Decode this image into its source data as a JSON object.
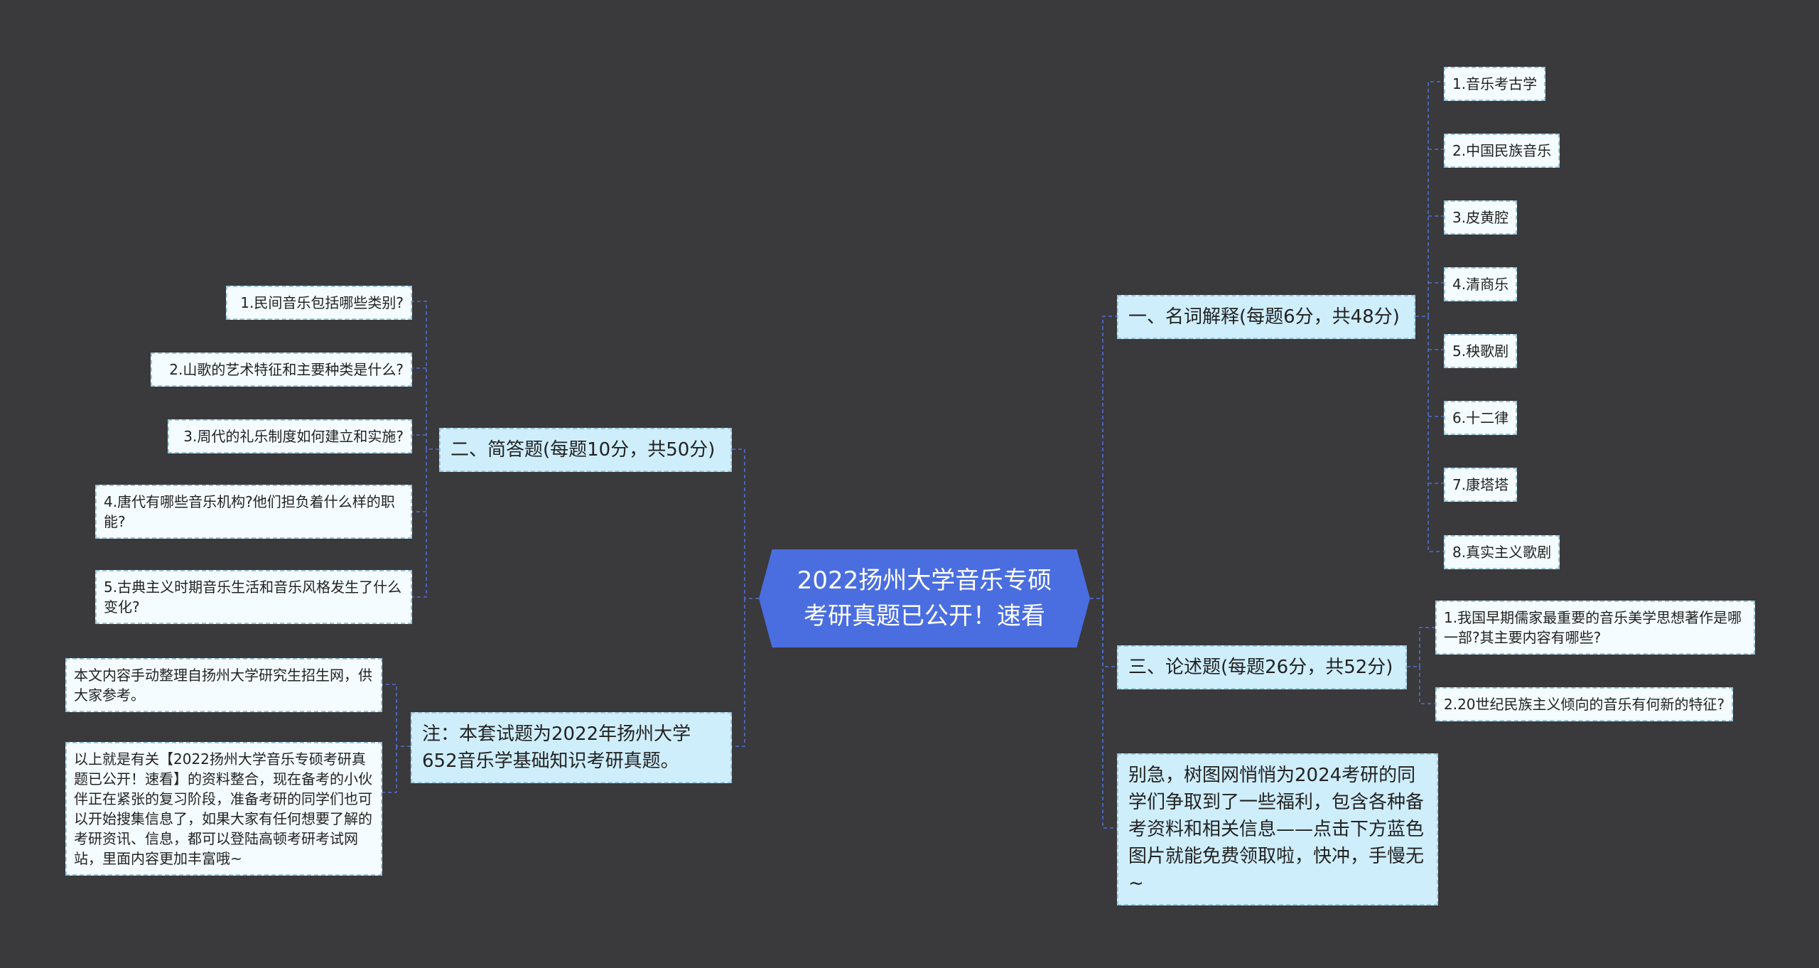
{
  "root": {
    "title": "2022扬州大学音乐专硕考研真题已公开！速看"
  },
  "branches": {
    "mingci": {
      "label": "一、名词解释(每题6分，共48分)",
      "items": [
        "1.音乐考古学",
        "2.中国民族音乐",
        "3.皮黄腔",
        "4.清商乐",
        "5.秧歌剧",
        "6.十二律",
        "7.康塔塔",
        "8.真实主义歌剧"
      ]
    },
    "lunshu": {
      "label": "三、论述题(每题26分，共52分)",
      "items": [
        "1.我国早期儒家最重要的音乐美学思想著作是哪一部?其主要内容有哪些?",
        "2.20世纪民族主义倾向的音乐有何新的特征?"
      ]
    },
    "bieji": {
      "label": "别急，树图网悄悄为2024考研的同学们争取到了一些福利，包含各种备考资料和相关信息——点击下方蓝色图片就能免费领取啦，快冲，手慢无~"
    },
    "jianda": {
      "label": "二、简答题(每题10分，共50分)",
      "items": [
        "1.民间音乐包括哪些类别?",
        "2.山歌的艺术特征和主要种类是什么?",
        "3.周代的礼乐制度如何建立和实施?",
        "4.唐代有哪些音乐机构?他们担负着什么样的职能?",
        "5.古典主义时期音乐生活和音乐风格发生了什么变化?"
      ]
    },
    "zhu": {
      "label": "注：本套试题为2022年扬州大学652音乐学基础知识考研真题。",
      "items": [
        "本文内容手动整理自扬州大学研究生招生网，供大家参考。",
        "以上就是有关【2022扬州大学音乐专硕考研真题已公开！速看】的资料整合，现在备考的小伙伴正在紧张的复习阶段，准备考研的同学们也可以开始搜集信息了，如果大家有任何想要了解的考研资讯、信息，都可以登陆高顿考研考试网站，里面内容更加丰富哦~"
      ]
    }
  },
  "colors": {
    "background": "#3a393c",
    "root": "#4a6ee0",
    "branch": "#cfeefc",
    "leaf": "#f5fcff",
    "connector": "#4f6fd6"
  }
}
